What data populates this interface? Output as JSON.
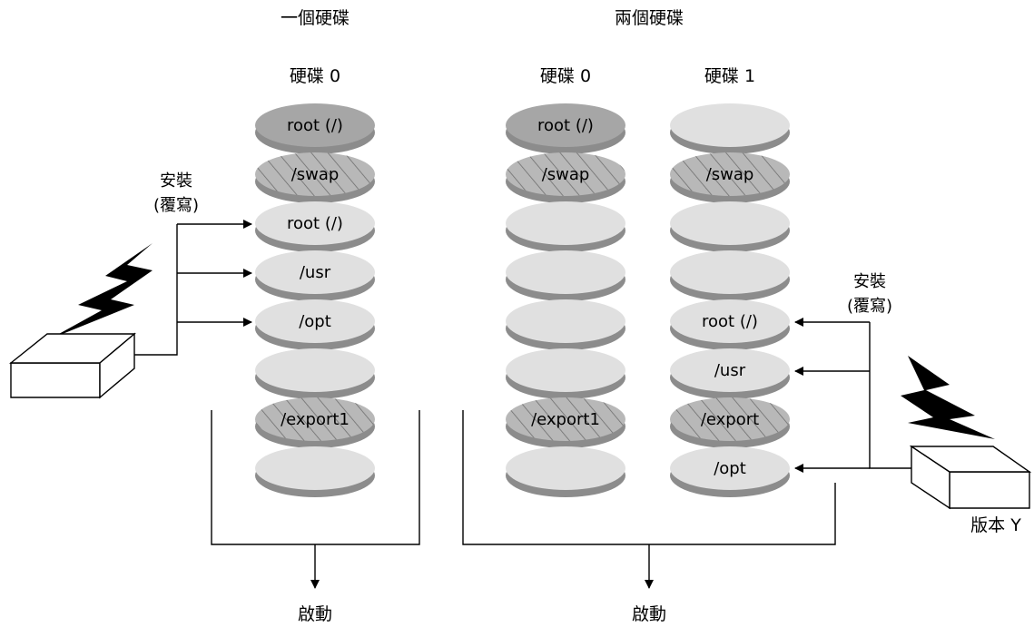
{
  "groups": [
    {
      "title": "一個硬碟",
      "boot_label": "啟動",
      "disks": [
        {
          "label": "硬碟 0",
          "slices": [
            {
              "text": "root (/)",
              "style": "active"
            },
            {
              "text": "/swap",
              "style": "hatched"
            },
            {
              "text": "root (/)",
              "style": "light"
            },
            {
              "text": "/usr",
              "style": "light"
            },
            {
              "text": "/opt",
              "style": "light"
            },
            {
              "text": "",
              "style": "light"
            },
            {
              "text": "/export1",
              "style": "hatched"
            },
            {
              "text": "",
              "style": "light"
            }
          ]
        }
      ]
    },
    {
      "title": "兩個硬碟",
      "boot_label": "啟動",
      "disks": [
        {
          "label": "硬碟 0",
          "slices": [
            {
              "text": "root (/)",
              "style": "active"
            },
            {
              "text": "/swap",
              "style": "hatched"
            },
            {
              "text": "",
              "style": "light"
            },
            {
              "text": "",
              "style": "light"
            },
            {
              "text": "",
              "style": "light"
            },
            {
              "text": "",
              "style": "light"
            },
            {
              "text": "/export1",
              "style": "hatched"
            },
            {
              "text": "",
              "style": "light"
            }
          ]
        },
        {
          "label": "硬碟 1",
          "slices": [
            {
              "text": "",
              "style": "light"
            },
            {
              "text": "/swap",
              "style": "hatched"
            },
            {
              "text": "",
              "style": "light"
            },
            {
              "text": "",
              "style": "light"
            },
            {
              "text": "root (/)",
              "style": "light"
            },
            {
              "text": "/usr",
              "style": "light"
            },
            {
              "text": "/export",
              "style": "hatched"
            },
            {
              "text": "/opt",
              "style": "light"
            }
          ]
        }
      ]
    }
  ],
  "install_left": {
    "line1": "安裝",
    "line2": "(覆寫)"
  },
  "install_right": {
    "line1": "安裝",
    "line2": "(覆寫)"
  },
  "source_right_label": "版本 Y",
  "colors": {
    "active": "#a6a6a6",
    "light": "#e0e0e0",
    "hatched": "#b8b8b8",
    "rim": "#8c8c8c",
    "line": "#000000"
  }
}
